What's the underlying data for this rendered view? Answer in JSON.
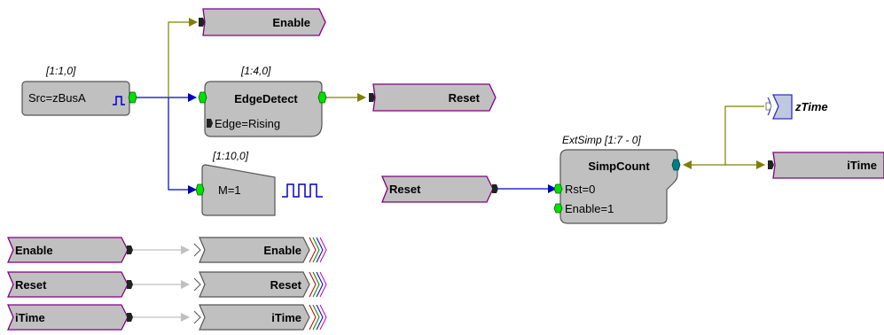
{
  "blocks": {
    "source": {
      "address": "[1:1,0]",
      "label": "Src=zBusA"
    },
    "edge_detect": {
      "address": "[1:4,0]",
      "title": "EdgeDetect",
      "param": "Edge=Rising"
    },
    "pulse": {
      "address": "[1:10,0]",
      "label": "M=1"
    },
    "simp_count": {
      "address": "ExtSimp [1:7 - 0]",
      "title": "SimpCount",
      "port_rst": "Rst=0",
      "port_enable": "Enable=1"
    }
  },
  "tags": {
    "enable_out": "Enable",
    "reset_out": "Reset",
    "reset_in": "Reset",
    "ztime": "zTime",
    "itime_out": "iTime"
  },
  "bottom_rows": [
    {
      "source": "Enable",
      "target": "Enable"
    },
    {
      "source": "Reset",
      "target": "Reset"
    },
    {
      "source": "iTime",
      "target": "iTime"
    }
  ],
  "colors": {
    "block_fill": "#c0c0c0",
    "tag_border": "#800080",
    "wire_control": "#808000",
    "wire_signal": "#0000c0",
    "wire_inactive": "#c0c0c0",
    "port_green": "#00e000",
    "port_teal": "#008080"
  }
}
